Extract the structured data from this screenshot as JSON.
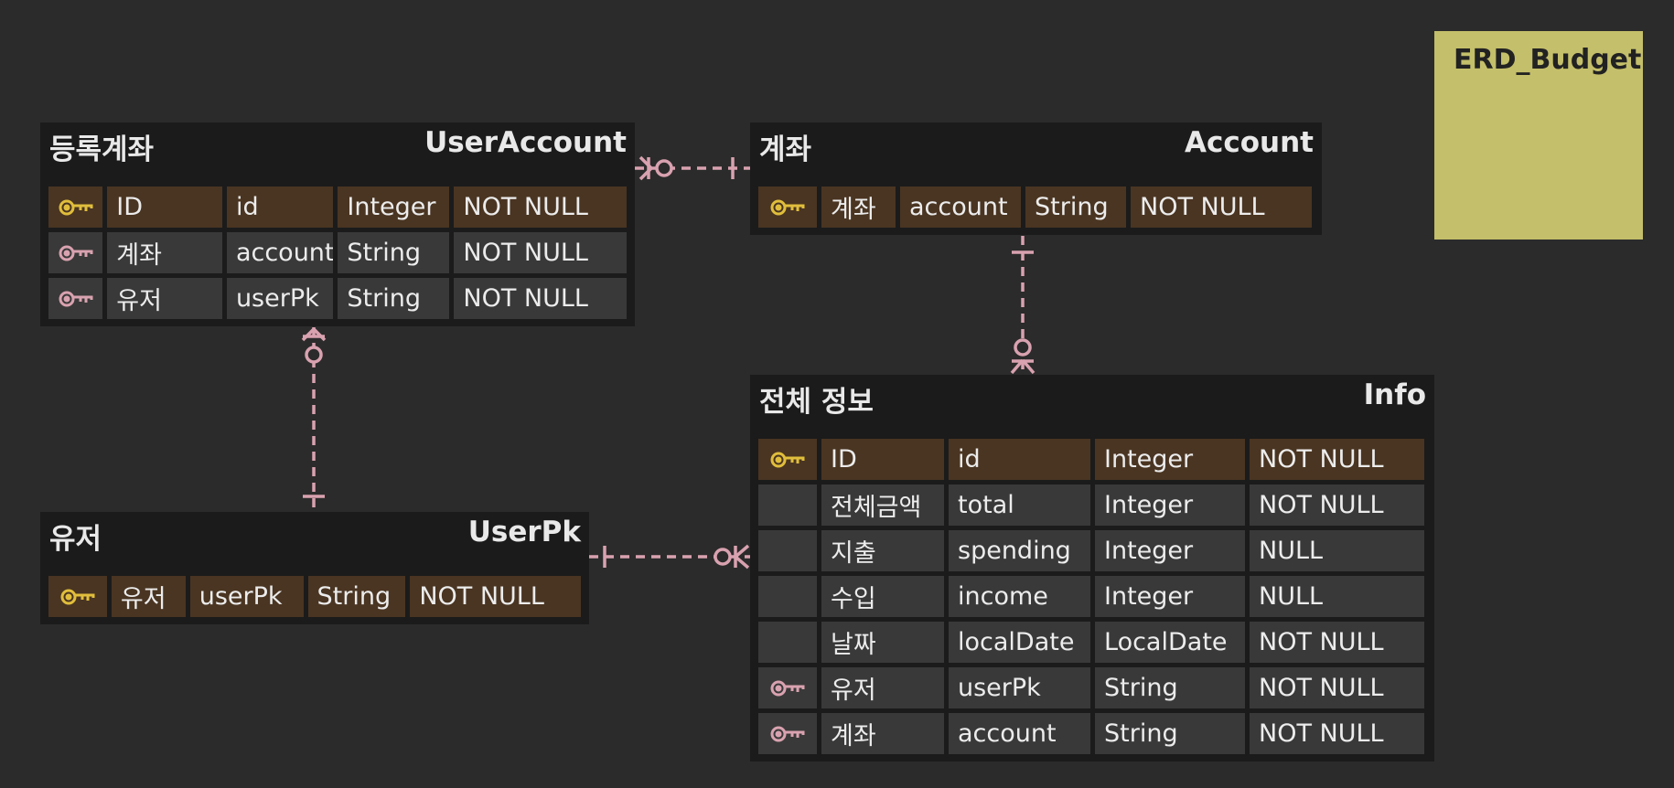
{
  "note": {
    "text": "ERD_Budget"
  },
  "colors": {
    "pk_key": "#e0be3c",
    "fk_key": "#d9a2b0",
    "relation_line": "#d9a2b0",
    "note_bg": "#c4bf6a"
  },
  "entities": {
    "user_account": {
      "title_ko": "등록계좌",
      "title_en": "UserAccount",
      "rows": [
        {
          "key": "pk",
          "label": "ID",
          "name": "id",
          "type": "Integer",
          "nullable": "NOT NULL"
        },
        {
          "key": "fk",
          "label": "계좌",
          "name": "account",
          "type": "String",
          "nullable": "NOT NULL"
        },
        {
          "key": "fk",
          "label": "유저",
          "name": "userPk",
          "type": "String",
          "nullable": "NOT NULL"
        }
      ]
    },
    "account": {
      "title_ko": "계좌",
      "title_en": "Account",
      "rows": [
        {
          "key": "pk",
          "label": "계좌",
          "name": "account",
          "type": "String",
          "nullable": "NOT NULL"
        }
      ]
    },
    "user_pk": {
      "title_ko": "유저",
      "title_en": "UserPk",
      "rows": [
        {
          "key": "pk",
          "label": "유저",
          "name": "userPk",
          "type": "String",
          "nullable": "NOT NULL"
        }
      ]
    },
    "info": {
      "title_ko": "전체 정보",
      "title_en": "Info",
      "rows": [
        {
          "key": "pk",
          "label": "ID",
          "name": "id",
          "type": "Integer",
          "nullable": "NOT NULL"
        },
        {
          "key": "",
          "label": "전체금액",
          "name": "total",
          "type": "Integer",
          "nullable": "NOT NULL"
        },
        {
          "key": "",
          "label": "지출",
          "name": "spending",
          "type": "Integer",
          "nullable": "NULL"
        },
        {
          "key": "",
          "label": "수입",
          "name": "income",
          "type": "Integer",
          "nullable": "NULL"
        },
        {
          "key": "",
          "label": "날짜",
          "name": "localDate",
          "type": "LocalDate",
          "nullable": "NOT NULL"
        },
        {
          "key": "fk",
          "label": "유저",
          "name": "userPk",
          "type": "String",
          "nullable": "NOT NULL"
        },
        {
          "key": "fk",
          "label": "계좌",
          "name": "account",
          "type": "String",
          "nullable": "NOT NULL"
        }
      ]
    }
  }
}
